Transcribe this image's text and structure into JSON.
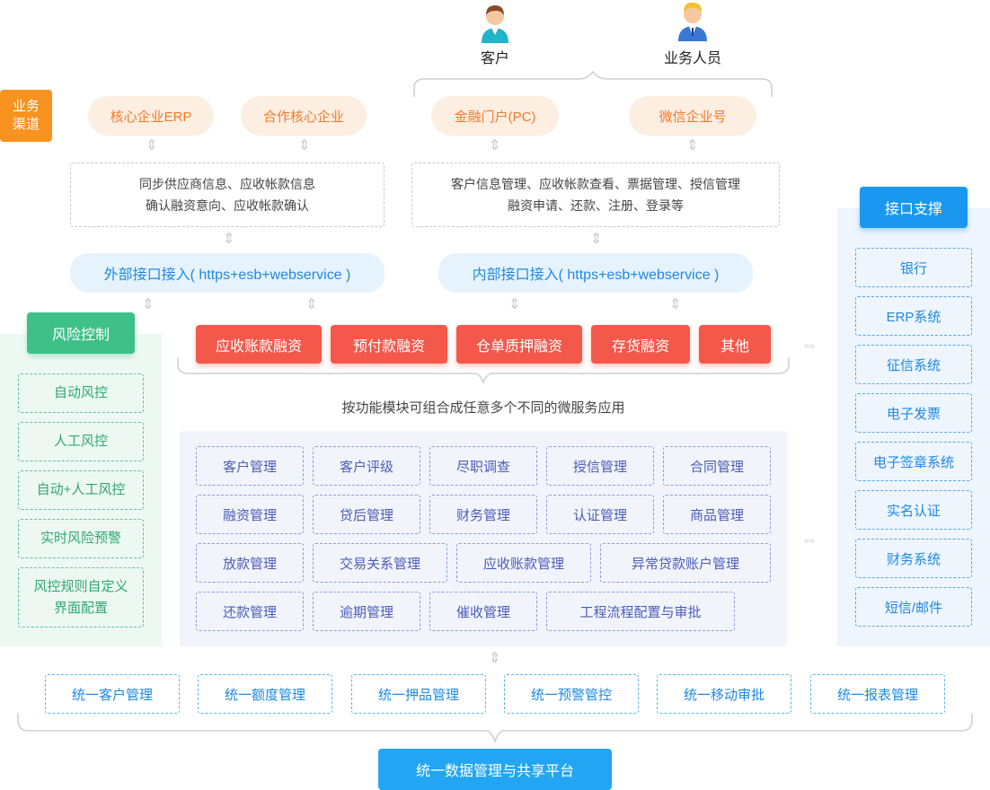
{
  "people": [
    {
      "name": "客户",
      "icon": "customer-person-icon"
    },
    {
      "name": "业务人员",
      "icon": "staff-person-icon"
    }
  ],
  "channel_tag": "业务\n渠道",
  "channels": [
    "核心企业ERP",
    "合作核心企业",
    "金融门户(PC)",
    "微信企业号"
  ],
  "descriptions": {
    "left": [
      "同步供应商信息、应收帐款信息",
      "确认融资意向、应收帐款确认"
    ],
    "right": [
      "客户信息管理、应收帐款查看、票据管理、授信管理",
      "融资申请、还款、注册、登录等"
    ]
  },
  "interfaces": {
    "external": "外部接口接入( https+esb+webservice )",
    "internal": "内部接口接入( https+esb+webservice )"
  },
  "products": [
    "应收账款融资",
    "预付款融资",
    "仓单质押融资",
    "存货融资",
    "其他"
  ],
  "micro_caption": "按功能模块可组合成任意多个不同的微服务应用",
  "micro_rows": [
    [
      "客户管理",
      "客户评级",
      "尽职调查",
      "授信管理",
      "合同管理"
    ],
    [
      "融资管理",
      "贷后管理",
      "财务管理",
      "认证管理",
      "商品管理"
    ],
    [
      "放款管理",
      "交易关系管理",
      "应收账款管理",
      "异常贷款账户管理"
    ],
    [
      "还款管理",
      "逾期管理",
      "催收管理",
      "工程流程配置与审批"
    ]
  ],
  "risk": {
    "title": "风险控制",
    "items": [
      "自动风控",
      "人工风控",
      "自动+人工风控",
      "实时风险预警",
      "风控规则自定义\n界面配置"
    ]
  },
  "support": {
    "title": "接口支撑",
    "items": [
      "银行",
      "ERP系统",
      "征信系统",
      "电子发票",
      "电子签章系统",
      "实名认证",
      "财务系统",
      "短信/邮件"
    ]
  },
  "unified": [
    "统一客户管理",
    "统一额度管理",
    "统一押品管理",
    "统一预警管控",
    "统一移动审批",
    "统一报表管理"
  ],
  "platform": "统一数据管理与共享平台",
  "colors": {
    "orange": "#f7931e",
    "red": "#f4584b",
    "green": "#3ec088",
    "blue": "#1a98f0",
    "purple": "#4a5db8"
  }
}
